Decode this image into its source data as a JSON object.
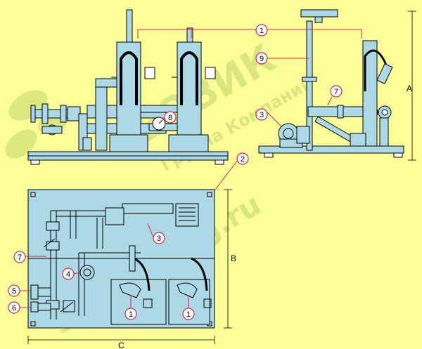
{
  "callouts": [
    "1",
    "2",
    "3",
    "4",
    "5",
    "6",
    "7",
    "8",
    "9"
  ],
  "dimensions": {
    "a": "A",
    "b": "B",
    "c": "C"
  },
  "watermark": {
    "brand": "ЗЕОВИК",
    "group": "Группа Компаний",
    "site": "gazovik-lpg.ru"
  },
  "colors": {
    "background": "#ffff99",
    "equipment": "#add8e6",
    "callout_stroke": "#d9264d",
    "watermark": "#bcd36a"
  }
}
